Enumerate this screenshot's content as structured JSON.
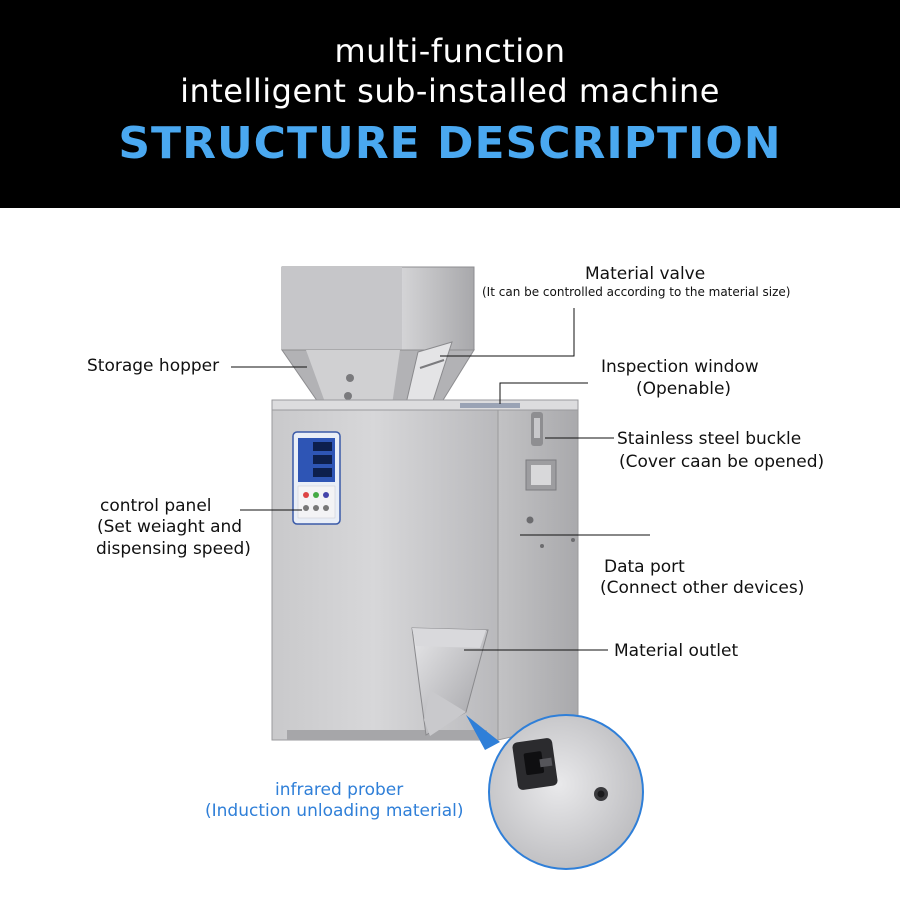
{
  "header": {
    "line1": "multi-function",
    "line2": "intelligent sub-installed machine",
    "title": "STRUCTURE DESCRIPTION",
    "title_color": "#4aa8f0",
    "background": "#000000"
  },
  "callouts": {
    "material_valve": {
      "label": "Material valve",
      "note": "(It can be controlled according to the material size)"
    },
    "storage_hopper": {
      "label": "Storage hopper"
    },
    "inspection_window": {
      "label": "Inspection window",
      "note": "(Openable)"
    },
    "stainless_buckle": {
      "label": "Stainless steel buckle",
      "note": "(Cover caan be opened)"
    },
    "control_panel": {
      "label": "control panel",
      "note_line1": "(Set weiaght and",
      "note_line2": "dispensing speed)"
    },
    "data_port": {
      "label": "Data port",
      "note": "(Connect other devices)"
    },
    "material_outlet": {
      "label": "Material outlet"
    },
    "infrared_prober": {
      "label": "infrared prober",
      "note": "(Induction unloading material)",
      "color": "#2f7fd8"
    }
  }
}
